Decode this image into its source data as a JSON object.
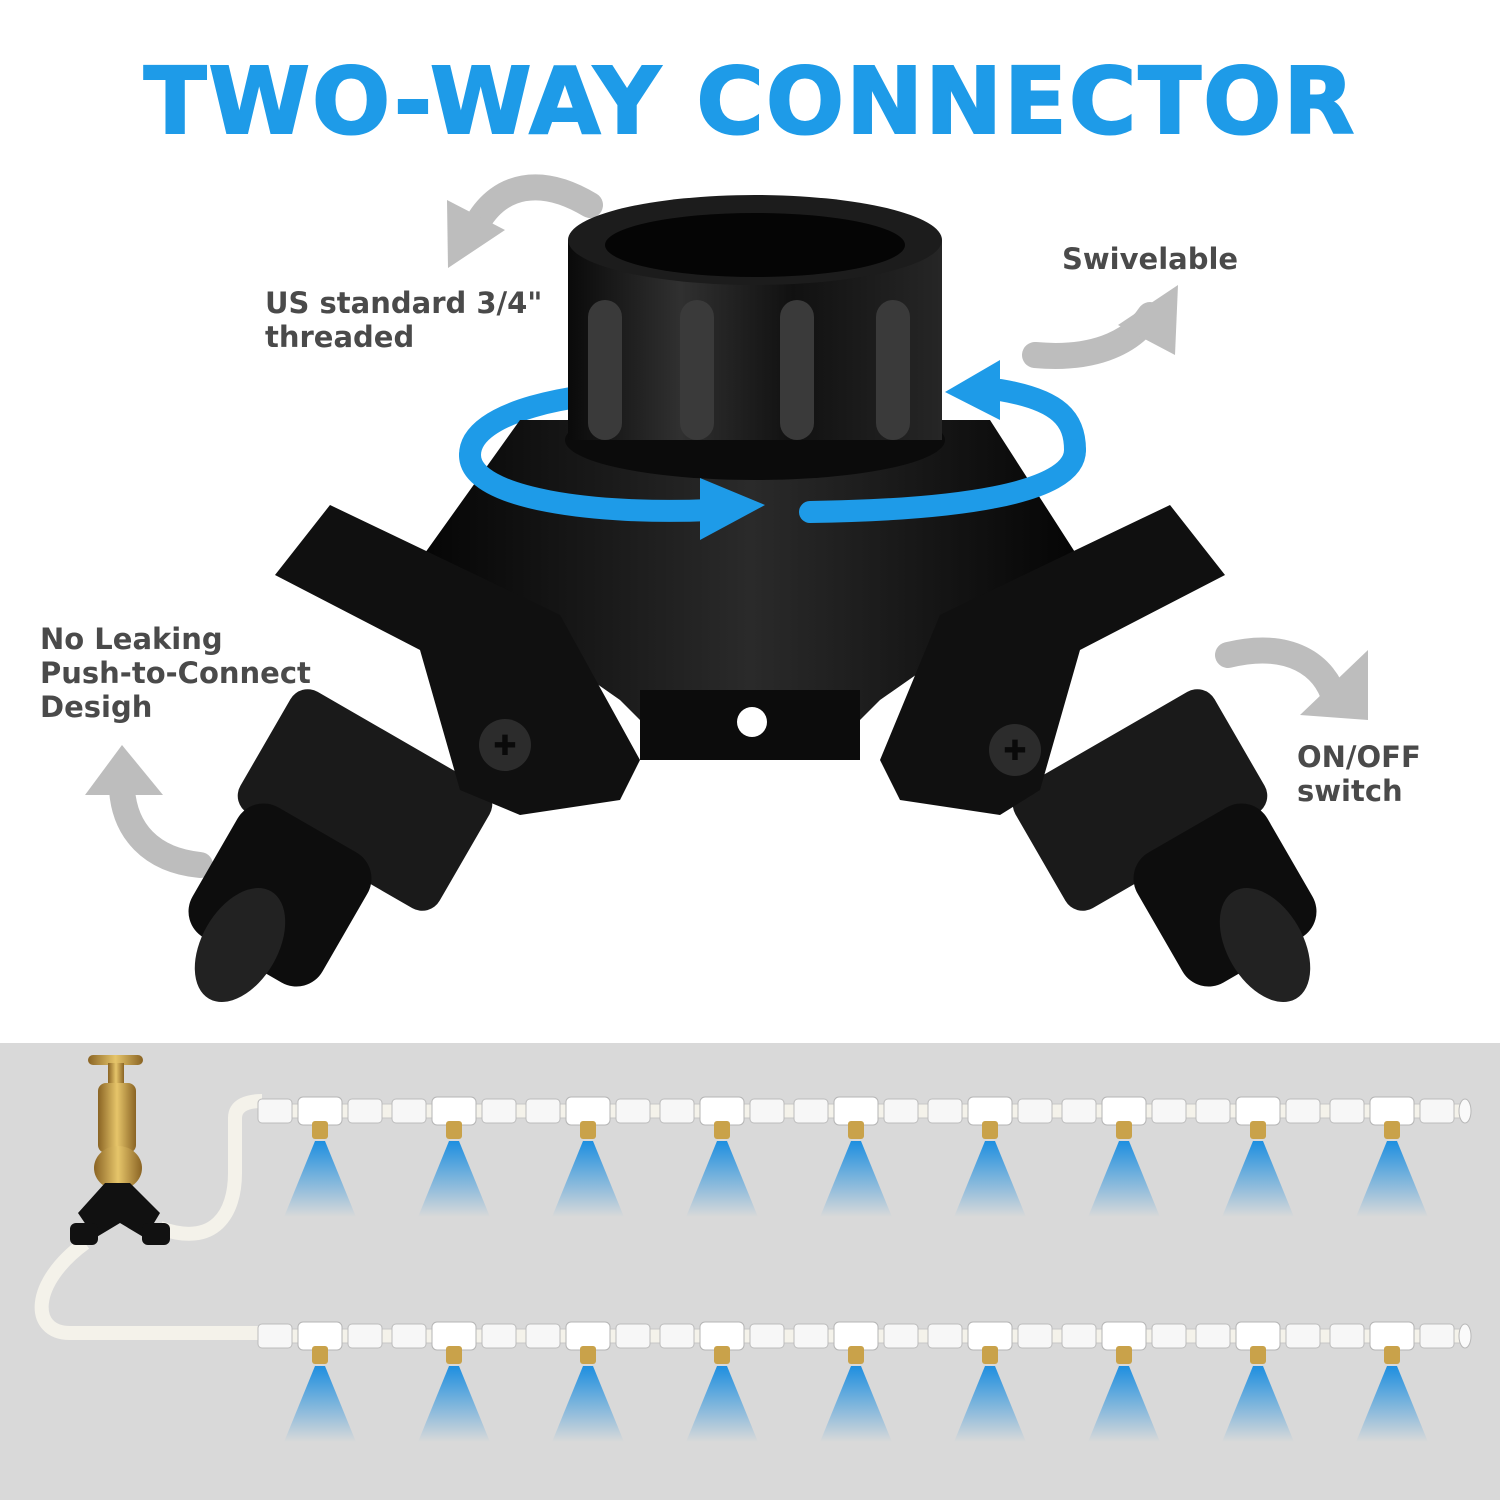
{
  "title": "TWO-WAY CONNECTOR",
  "callouts": {
    "threaded": "US standard 3/4\"\nthreaded",
    "swivel": "Swivelable",
    "no_leak": "No Leaking\nPush-to-Connect\nDesigh",
    "switch": "ON/OFF\nswitch"
  },
  "colors": {
    "accent": "#1e9be8",
    "connector": "#0f0f0f",
    "arrow_gray": "#bdbdbd",
    "diagram_bg": "#d9d9d9",
    "spray": "#3aa0e0",
    "brass": "#c9a24a"
  },
  "icons": [
    "curved-arrow-icon",
    "rotation-arrow-icon",
    "faucet-icon",
    "nozzle-icon"
  ],
  "diagram": {
    "rows": 2,
    "nozzles_per_row": 9
  }
}
